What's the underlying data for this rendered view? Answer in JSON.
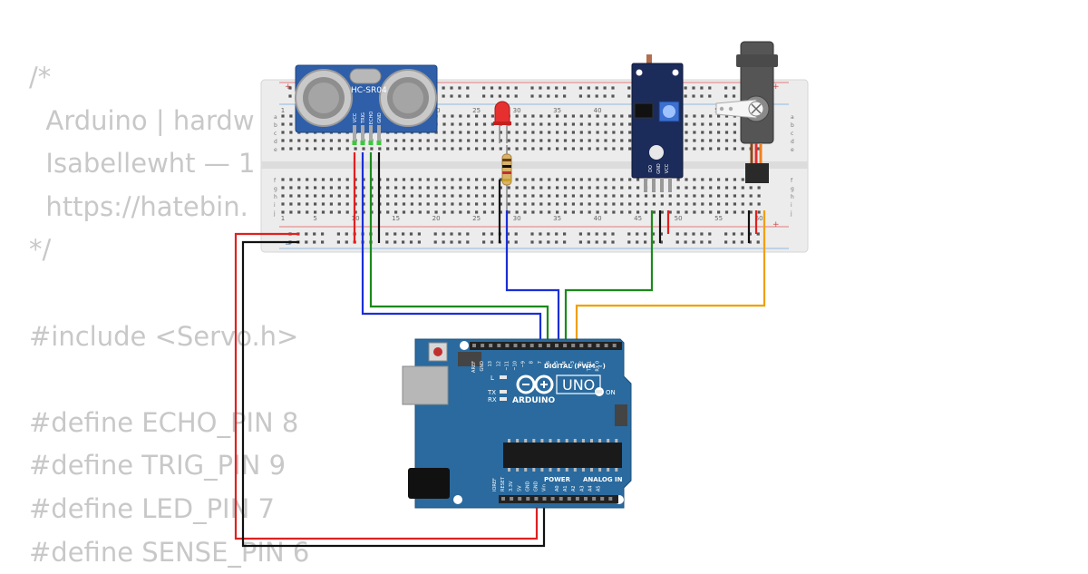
{
  "code_lines": [
    "/*",
    "  Arduino | hardw",
    "  Isabellewht — 1",
    "  https://hatebin.",
    "*/",
    "",
    "#include <Servo.h>",
    "",
    "#define ECHO_PIN 8",
    "#define TRIG_PIN 9",
    "#define LED_PIN 7",
    "#define SENSE_PIN 6"
  ],
  "breadboard": {
    "column_numbers": [
      "1",
      "5",
      "10",
      "15",
      "20",
      "25",
      "30",
      "35",
      "40",
      "45",
      "50",
      "55",
      "60"
    ],
    "row_letters_top": [
      "a",
      "b",
      "c",
      "d",
      "e"
    ],
    "row_letters_bottom": [
      "f",
      "g",
      "h",
      "i",
      "j"
    ],
    "rail_plus": "+",
    "rail_minus": "−"
  },
  "ultrasonic": {
    "model": "HC-SR04",
    "pins": [
      "VCC",
      "TRIG",
      "ECHO",
      "GND"
    ]
  },
  "ldr_module": {
    "pins": [
      "DO",
      "GND",
      "VCC"
    ]
  },
  "arduino": {
    "brand": "ARDUINO",
    "model": "UNO",
    "digital_label": "DIGITAL (PWM ~)",
    "top_pins": [
      "AREF",
      "GND",
      "13",
      "12",
      "~11",
      "~10",
      "~9",
      "8",
      "7",
      "~6",
      "~5",
      "4",
      "~3",
      "2",
      "TX 1",
      "RX 0"
    ],
    "power_label": "POWER",
    "analog_label": "ANALOG IN",
    "power_pins": [
      "IOREF",
      "RESET",
      "3.3V",
      "5V",
      "GND",
      "GND",
      "Vin"
    ],
    "analog_pins": [
      "A0",
      "A1",
      "A2",
      "A3",
      "A4",
      "A5"
    ],
    "led_labels": {
      "l": "L",
      "tx": "TX",
      "rx": "RX",
      "on": "ON"
    }
  },
  "colors": {
    "wire_red": "#e02020",
    "wire_black": "#111111",
    "wire_blue": "#1a2fd6",
    "wire_green": "#1a8a1a",
    "wire_orange": "#f0a000",
    "board_blue": "#2a6a9e",
    "sensor_blue": "#2f5fa8",
    "module_navy": "#1b2b5a",
    "breadboard": "#eeeeee"
  }
}
